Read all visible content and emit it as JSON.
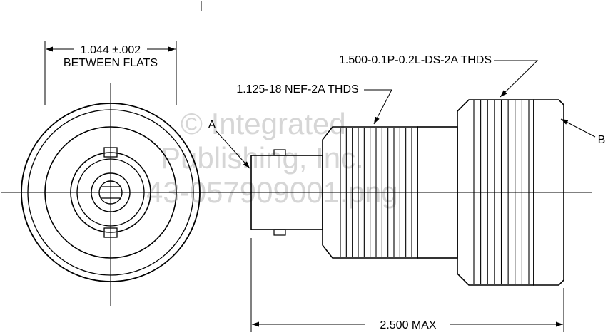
{
  "front_view": {
    "dim_value": "1.044 ±.002",
    "dim_label": "BETWEEN FLATS"
  },
  "side_view": {
    "thread1_label": "1.125-18 NEF-2A THDS",
    "thread2_label": "1.500-0.1P-0.2L-DS-2A THDS",
    "ref_a": "A",
    "ref_b": "B",
    "length_dim": "2.500 MAX"
  },
  "watermark": {
    "line1": "© Integrated",
    "line2": "Publishing, Inc.",
    "line3": "43-057909001.png"
  },
  "colors": {
    "line": "#000000",
    "watermark": "#d6d6d6",
    "background": "#ffffff"
  }
}
